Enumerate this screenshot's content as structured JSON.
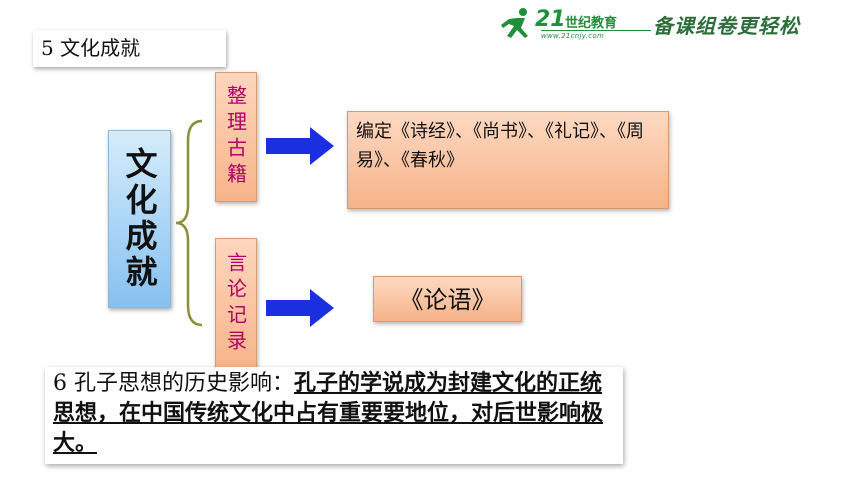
{
  "header": {
    "logo_number": "21",
    "logo_name": "世纪教育",
    "logo_url": "www.21cnjy.com",
    "slogan": "备课组卷更轻松"
  },
  "section": {
    "title": "5  文化成就"
  },
  "diagram": {
    "root": "文化成就",
    "branches": [
      {
        "label": "整理古籍",
        "content": "编定《诗经》、《尚书》、《礼记》、《周易》、《春秋》"
      },
      {
        "label": "言论记录",
        "content": "《论语》"
      }
    ]
  },
  "influence": {
    "prefix": "6  孔子思想的历史影响：",
    "emphasis": "孔子的学说成为封建文化的正统思想，在中国传统文化中占有重要要地位，对后世影响极大。"
  },
  "colors": {
    "arrow": "#1a2fe0",
    "branch_text": "#b0006a",
    "brand_green": "#1f8f3a"
  }
}
